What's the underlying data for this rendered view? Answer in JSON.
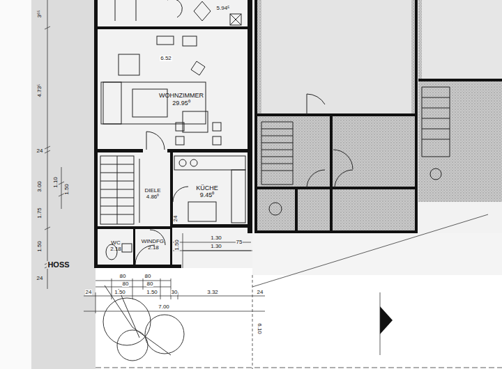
{
  "diagram": {
    "nodes": [
      {
        "text": [
          "5.94⁵"
        ]
      },
      {
        "text": [
          "WOHNZIMMER",
          "29.95⁰"
        ]
      },
      {
        "text": [
          "DIELE",
          "4.86⁰"
        ]
      },
      {
        "text": [
          "KÜCHE",
          "9.45⁰"
        ]
      },
      {
        "text": [
          "WC",
          "2.18"
        ]
      },
      {
        "text": [
          "WINDFG.",
          "2.18"
        ]
      }
    ],
    "labels": [
      "6.52",
      "3⁶⁵",
      "4.73⁵",
      "24",
      "3.00",
      "1.10",
      "1.50",
      "1.75",
      "1.50",
      "24",
      "HOSS",
      "24",
      "1.30",
      "1.30",
      "75",
      "1.50",
      "80",
      "80",
      "80",
      "80",
      "1.50",
      "1.50",
      "30",
      "3.32",
      "24",
      "24",
      "7.00",
      "6.10"
    ]
  }
}
